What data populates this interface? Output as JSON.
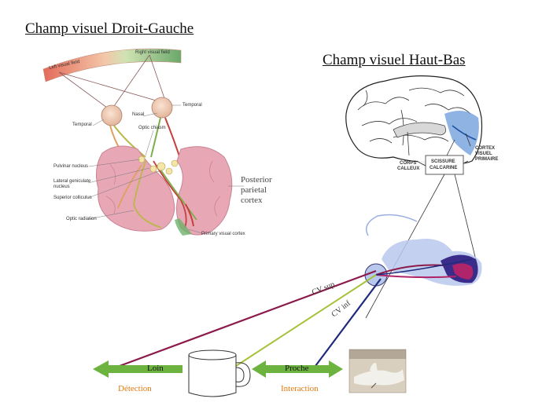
{
  "titles": {
    "left": "Champ visuel Droit-Gauche",
    "right": "Champ visuel Haut-Bas"
  },
  "left_diagram": {
    "field_left": "Left visual field",
    "field_right": "Right visual field",
    "nasal": "Nasal",
    "temporal_left": "Temporal",
    "temporal_right": "Temporal",
    "optic_chiasm": "Optic chiasm",
    "pulvinar": "Pulvinar nucleus",
    "lgn_1": "Lateral geniculate",
    "lgn_2": "nucleus",
    "superior_colliculus": "Superior colliculus",
    "optic_radiation": "Optic radiation",
    "primary_visual_cortex": "Primary visual cortex",
    "posterior_1": "Posterior",
    "posterior_2": "parietal",
    "posterior_3": "cortex"
  },
  "right_diagram": {
    "corps_1": "CORPS",
    "corps_2": "CALLEUX",
    "scissure_1": "SCISSURE",
    "scissure_2": "CALCARINE",
    "cortex_1": "CORTEX",
    "cortex_2": "VISUEL",
    "cortex_3": "PRIMAIRE",
    "cv_sup": "CV sup",
    "cv_inf": "CV inf"
  },
  "bottom": {
    "loin": "Loin",
    "proche": "Proche",
    "detection": "Détection",
    "interaction": "Interaction"
  },
  "colors": {
    "arrow_green": "#6db33f",
    "cv_sup_line": "#8b1a4a",
    "cv_inf_line": "#1f2a7a",
    "mid_line": "#a6c23a",
    "caption_orange": "#e07a10",
    "brain_pink": "#e8a7b5",
    "cortex_blue": "#6a9ad8"
  }
}
